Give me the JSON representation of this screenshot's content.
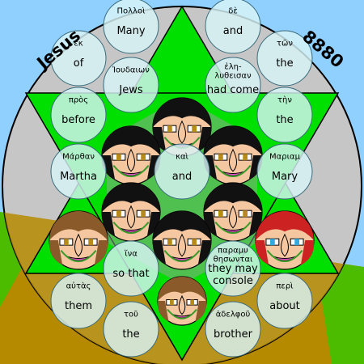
{
  "header": {
    "name": "Jesus",
    "number": "8880"
  },
  "colors": {
    "sky": "#8fd0ff",
    "ground": "#b58a00",
    "outer_circle": "#c6c6c6",
    "star": "#00e000",
    "word_circle": "#d8f4f6",
    "word_circle_stroke": "#3a6a7a",
    "face_default": "#f5c7a0",
    "hair_dark": "#111111",
    "hair_brown": "#8a5a2a",
    "hair_red": "#cc2222",
    "eye_blue": "#33aadd"
  },
  "words": [
    {
      "greek": "Πολλοὶ",
      "english": "Many"
    },
    {
      "greek": "δὲ",
      "english": "and"
    },
    {
      "greek": "ἐκ",
      "english": "of"
    },
    {
      "greek": "τῶν",
      "english": "the"
    },
    {
      "greek": "Ἰουδαιων",
      "english": "Jews"
    },
    {
      "greek": "ἐλη-\nλυθεισαν",
      "english": "had come"
    },
    {
      "greek": "πρὸς",
      "english": "before"
    },
    {
      "greek": "τὴν",
      "english": "the"
    },
    {
      "greek": "Μάρθαν",
      "english": "Martha"
    },
    {
      "greek": "καὶ",
      "english": "and"
    },
    {
      "greek": "Μαριαμ",
      "english": "Mary"
    },
    {
      "greek": "ἵνα",
      "english": "so that"
    },
    {
      "greek": "παραμυ\nθησωνται",
      "english": "they may\nconsole"
    },
    {
      "greek": "αὐτὰς",
      "english": "them"
    },
    {
      "greek": "περὶ",
      "english": "about"
    },
    {
      "greek": "τοῦ",
      "english": "the"
    },
    {
      "greek": "ἀδελφοῦ",
      "english": "brother"
    }
  ],
  "faces": [
    {
      "hair": "dark",
      "eyes": "brown"
    },
    {
      "hair": "dark",
      "eyes": "brown"
    },
    {
      "hair": "dark",
      "eyes": "brown"
    },
    {
      "hair": "dark",
      "eyes": "brown"
    },
    {
      "hair": "dark",
      "eyes": "brown"
    },
    {
      "hair": "brown",
      "eyes": "brown"
    },
    {
      "hair": "dark",
      "eyes": "brown"
    },
    {
      "hair": "red",
      "eyes": "blue"
    },
    {
      "hair": "brown",
      "eyes": "brown"
    }
  ]
}
